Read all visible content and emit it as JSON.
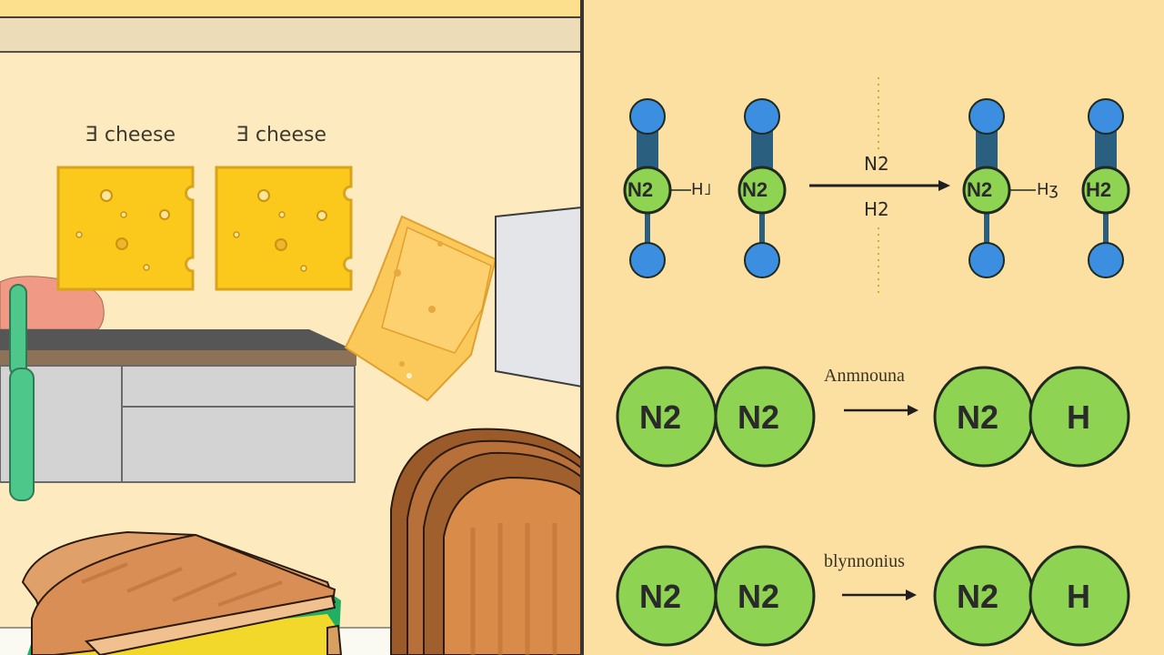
{
  "kitchen_scene": {
    "cheese_labels": [
      "Ǝ cheese",
      "Ǝ cheese"
    ],
    "colors": {
      "wall": "#fdebbf",
      "cheese": "#fbc81c",
      "cheese_outline": "#d9a31a",
      "counter_top": "#565656",
      "counter_edge": "#8d7258",
      "cabinet": "#d3d3d3",
      "bread": "#d98b4a",
      "knife_handle": "#4ec88a"
    }
  },
  "reaction_diagram": {
    "top": {
      "reactants": [
        {
          "label": "N2",
          "side_label": "H˩"
        },
        {
          "label": "N2"
        }
      ],
      "arrow_above": "N2",
      "arrow_below": "H2",
      "products": [
        {
          "label": "N2",
          "side_label": "Hʒ"
        },
        {
          "label": "H2"
        }
      ]
    },
    "middle": {
      "reactants": [
        "N2",
        "N2"
      ],
      "arrow_caption": "Anmnouna",
      "products": [
        "N2",
        "H"
      ]
    },
    "bottom": {
      "reactants": [
        "N2",
        "N2"
      ],
      "arrow_caption": "blynnonius",
      "products": [
        "N2",
        "H"
      ]
    },
    "colors": {
      "atom_blue": "#3b8ee0",
      "atom_green": "#8fd352",
      "bond_dark": "#2b5f80",
      "outline": "#1f2a20"
    }
  }
}
